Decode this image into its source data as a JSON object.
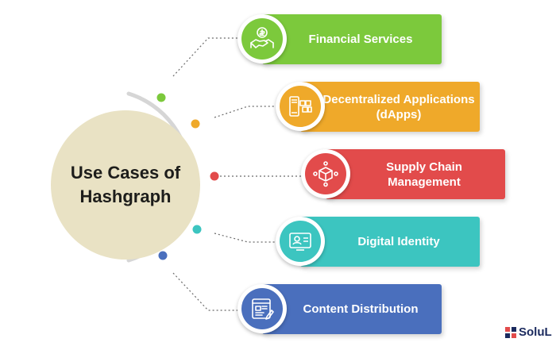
{
  "center": {
    "title": "Use Cases of Hashgraph"
  },
  "colors": {
    "center_fill": "#e9e2c4",
    "financial": "#7cc93c",
    "dapps": "#efa92a",
    "supply": "#e24b4b",
    "identity": "#3cc5c0",
    "content": "#4a6fbd",
    "arc": "#d6d6d6"
  },
  "use_cases": [
    {
      "label": "Financial Services",
      "icon": "handshake-money-icon"
    },
    {
      "label": "Decentralized Applications (dApps)",
      "icon": "dapp-blocks-icon"
    },
    {
      "label": "Supply Chain Management",
      "icon": "supply-chain-box-icon"
    },
    {
      "label": "Digital Identity",
      "icon": "digital-id-icon"
    },
    {
      "label": "Content Distribution",
      "icon": "content-document-icon"
    }
  ],
  "brand": {
    "name": "SoluL"
  }
}
